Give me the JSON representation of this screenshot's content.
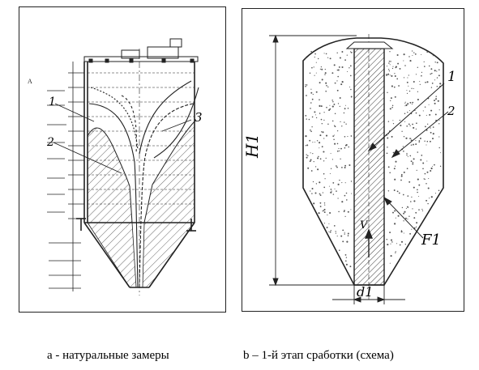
{
  "figure_a": {
    "caption": "а - натуральные замеры",
    "labels": {
      "zone_1": "1",
      "zone_2": "2",
      "zone_3": "3",
      "top_mark": "А"
    }
  },
  "figure_b": {
    "caption": "b – 1-й этап сработки (схема)",
    "labels": {
      "zone_1": "1",
      "zone_2": "2",
      "height": "H1",
      "area": "F1",
      "velocity": "V",
      "diameter": "d1"
    }
  },
  "colors": {
    "ink": "#222222",
    "hatch": "#333333",
    "dots": "#555555",
    "background": "#ffffff"
  }
}
